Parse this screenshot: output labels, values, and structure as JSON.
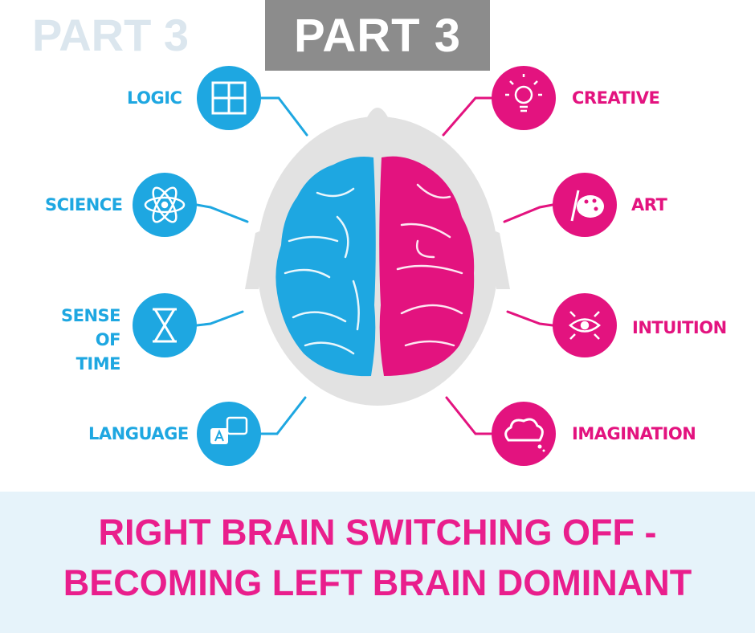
{
  "header": {
    "part_label": "PART 3"
  },
  "left_traits": [
    {
      "label": "LOGIC",
      "icon": "puzzle-icon"
    },
    {
      "label": "SCIENCE",
      "icon": "atom-icon"
    },
    {
      "label_line1": "SENSE OF",
      "label_line2": "TIME",
      "icon": "hourglass-icon"
    },
    {
      "label": "LANGUAGE",
      "icon": "translate-icon"
    }
  ],
  "right_traits": [
    {
      "label": "CREATIVE",
      "icon": "lightbulb-icon"
    },
    {
      "label": "ART",
      "icon": "palette-icon"
    },
    {
      "label": "INTUITION",
      "icon": "eye-icon"
    },
    {
      "label": "IMAGINATION",
      "icon": "cloud-icon"
    }
  ],
  "footer": {
    "line1": "RIGHT BRAIN SWITCHING OFF -",
    "line2": "BECOMING LEFT BRAIN DOMINANT",
    "watermark": "PART 3"
  },
  "colors": {
    "left": "#1ea7e1",
    "right": "#e3137f",
    "title": "#e91e8c",
    "band": "#e6f3fa"
  }
}
